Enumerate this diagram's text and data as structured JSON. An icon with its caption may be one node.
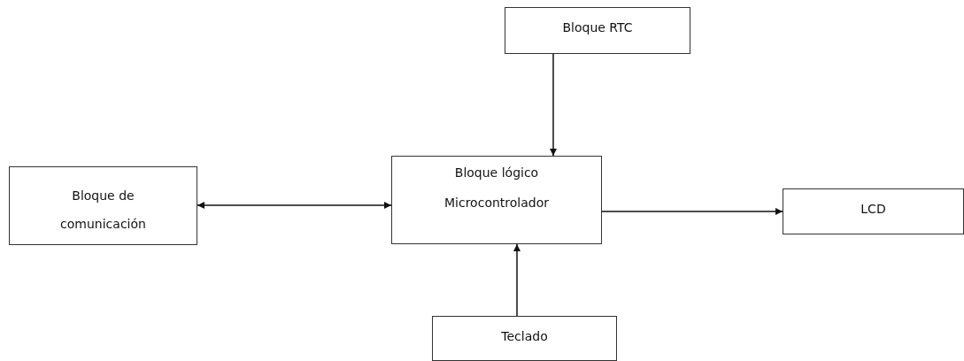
{
  "diagram": {
    "nodes": [
      {
        "text": [
          "Bloque RTC"
        ]
      },
      {
        "text": [
          "Bloque de comunicación"
        ]
      },
      {
        "text": [
          "Bloque lógico",
          "Microcontrolador"
        ]
      },
      {
        "text": [
          "LCD"
        ]
      },
      {
        "text": [
          "Teclado"
        ]
      }
    ],
    "edges": [
      {
        "from": 0,
        "to": 2,
        "arrow": "to"
      },
      {
        "from": 1,
        "to": 2,
        "arrow": "both"
      },
      {
        "from": 2,
        "to": 3,
        "arrow": "to"
      },
      {
        "from": 4,
        "to": 2,
        "arrow": "to"
      }
    ]
  }
}
